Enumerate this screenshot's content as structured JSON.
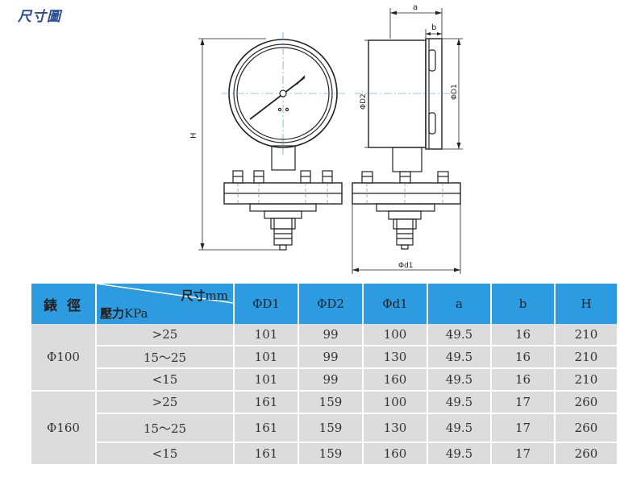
{
  "title": "尺寸圖",
  "drawing": {
    "label_H": "H",
    "label_a": "a",
    "label_b": "b",
    "label_D1": "ΦD1",
    "label_D2": "ΦD2",
    "label_d1": "Φd1"
  },
  "table": {
    "header": {
      "size": "錶 徑",
      "corner_top_cn": "尺寸",
      "corner_top_unit": "mm",
      "corner_bottom_cn": "壓力",
      "corner_bottom_unit": "KPa",
      "cols": [
        "ΦD1",
        "ΦD2",
        "Φd1",
        "a",
        "b",
        "H"
      ]
    },
    "groups": [
      {
        "size": "Φ100",
        "rows": [
          {
            "pressure": ">25",
            "values": [
              "101",
              "99",
              "100",
              "49.5",
              "16",
              "210"
            ]
          },
          {
            "pressure": "15～25",
            "values": [
              "101",
              "99",
              "130",
              "49.5",
              "16",
              "210"
            ]
          },
          {
            "pressure": "<15",
            "values": [
              "101",
              "99",
              "160",
              "49.5",
              "16",
              "210"
            ]
          }
        ]
      },
      {
        "size": "Φ160",
        "rows": [
          {
            "pressure": ">25",
            "values": [
              "161",
              "159",
              "100",
              "49.5",
              "17",
              "260"
            ]
          },
          {
            "pressure": "15～25",
            "values": [
              "161",
              "159",
              "130",
              "49.5",
              "17",
              "260"
            ]
          },
          {
            "pressure": "<15",
            "values": [
              "161",
              "159",
              "160",
              "49.5",
              "17",
              "260"
            ]
          }
        ]
      }
    ]
  }
}
